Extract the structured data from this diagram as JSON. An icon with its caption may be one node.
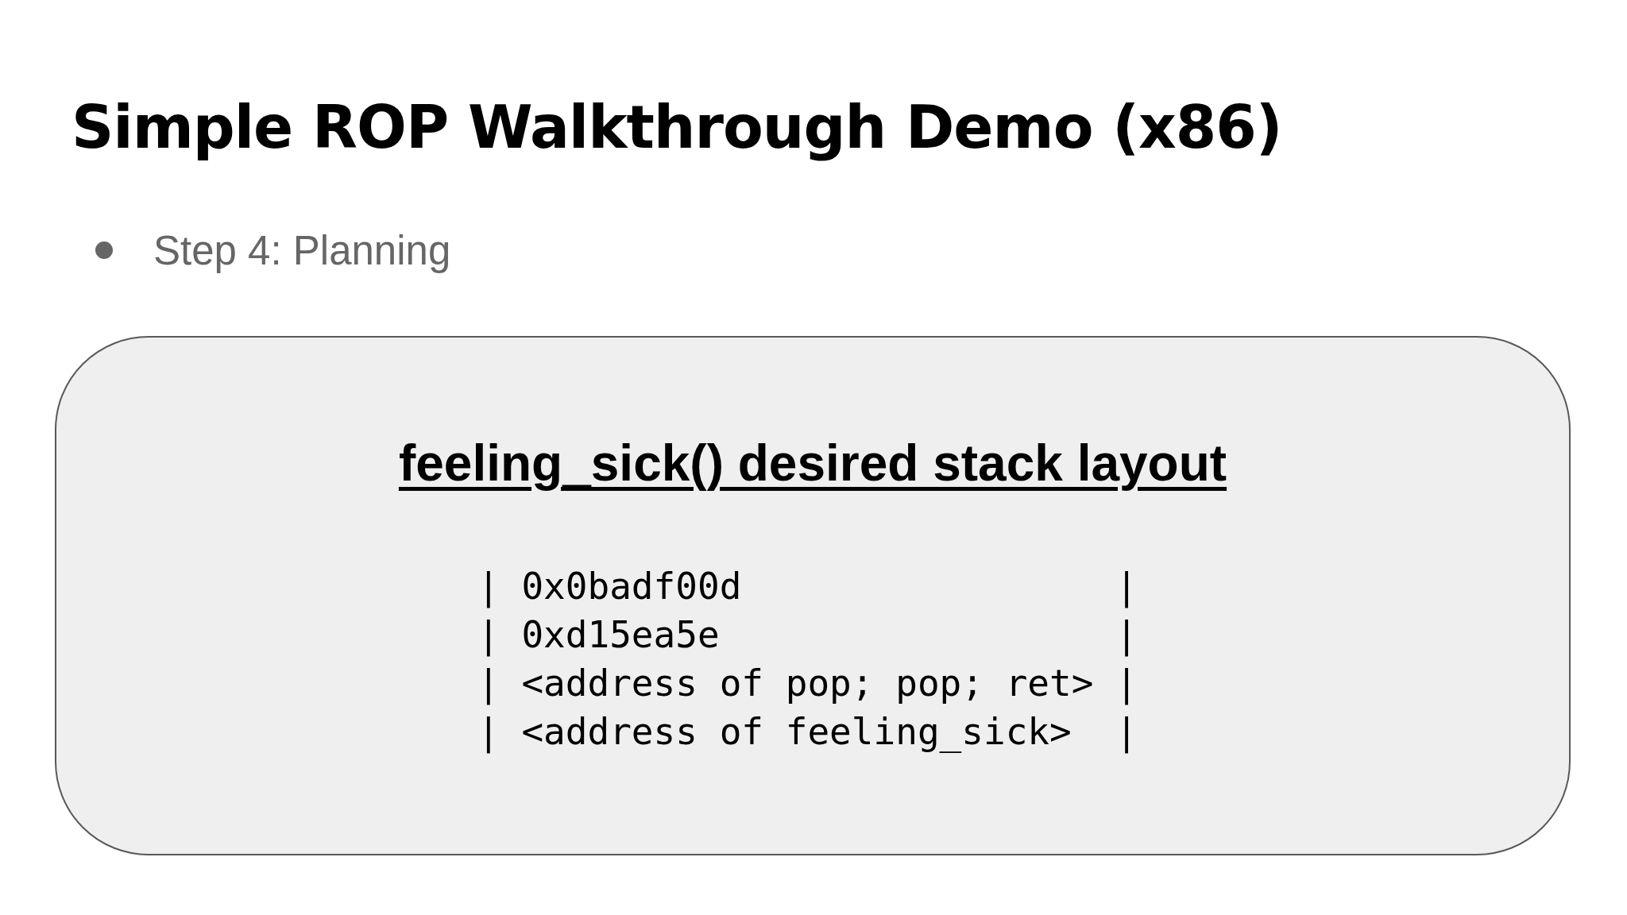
{
  "diagram": {
    "title": "Simple ROP Walkthrough Demo (x86)",
    "labels": [
      "Step 4: Planning"
    ],
    "nodes": [
      {
        "text": [
          "feeling_sick() desired stack layout",
          "| 0x0badf00d                 |",
          "| 0xd15ea5e                  |",
          "| <address of pop; pop; ret> |",
          "| <address of feeling_sick>  |"
        ]
      }
    ]
  }
}
